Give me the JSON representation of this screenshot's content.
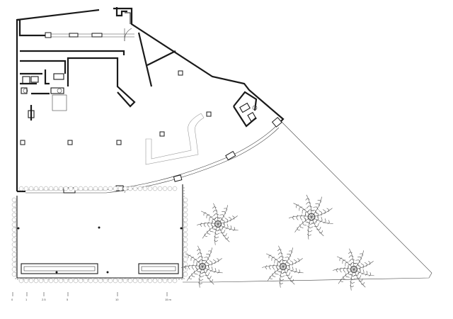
{
  "plan": {
    "scale_bar": {
      "labels": [
        "0",
        "1",
        "2.5",
        "5",
        "10",
        "15 m"
      ]
    }
  }
}
